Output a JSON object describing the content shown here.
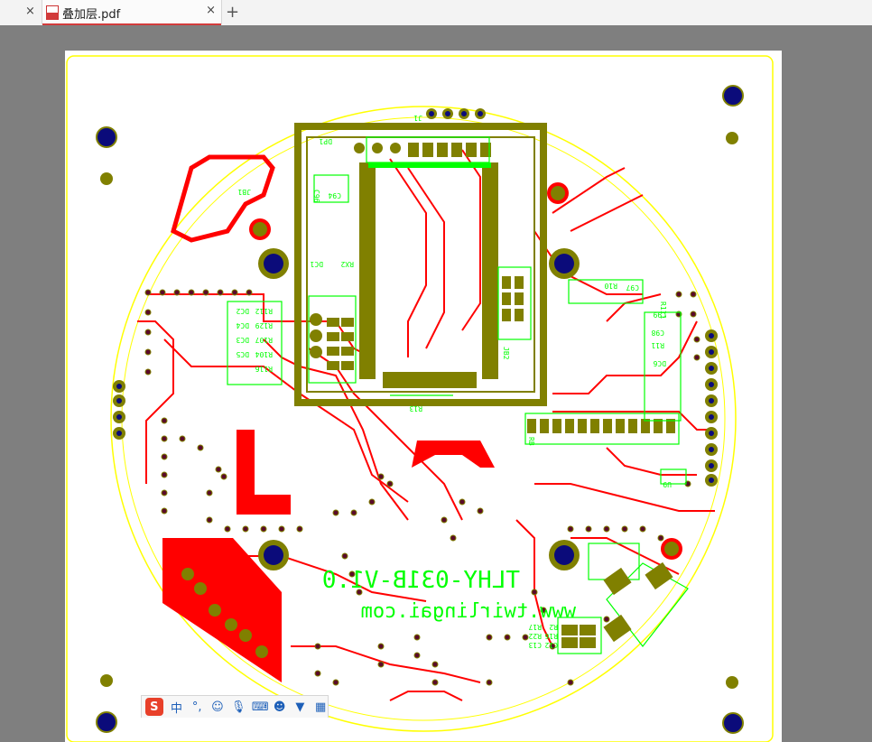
{
  "tabs": {
    "active": {
      "title": "叠加层.pdf",
      "icon": "pdf-file-icon"
    },
    "close_glyph": "×",
    "new_tab_glyph": "+"
  },
  "pcb": {
    "silk_green_1": "TLHY-031B-V1.0",
    "silk_green_2": "www.twirlingai.com",
    "refdes": [
      "JB1",
      "DP1",
      "DC1",
      "RX2",
      "C94",
      "C96",
      "C97",
      "C98",
      "C99",
      "R10",
      "R11",
      "R111",
      "DC2",
      "DC3",
      "DC4",
      "DC5",
      "DC6",
      "R104",
      "R107",
      "R112",
      "R116",
      "R129",
      "RB",
      "R17",
      "R13",
      "C12",
      "C13",
      "R16",
      "R22",
      "R2",
      "U9",
      "JB2",
      "J1"
    ]
  },
  "ime": {
    "logo": "S",
    "chinese_mode": "中",
    "punct": "°,",
    "icons": [
      "emoji-icon",
      "microphone-icon",
      "keyboard-icon",
      "user-icon",
      "shirt-icon",
      "apps-icon"
    ]
  },
  "colors": {
    "trace": "#ff0000",
    "silk": "#00ff00",
    "pad": "#808000",
    "via": "#0b0b7a",
    "outline": "#ffff00",
    "accent": "#d23b3b"
  }
}
